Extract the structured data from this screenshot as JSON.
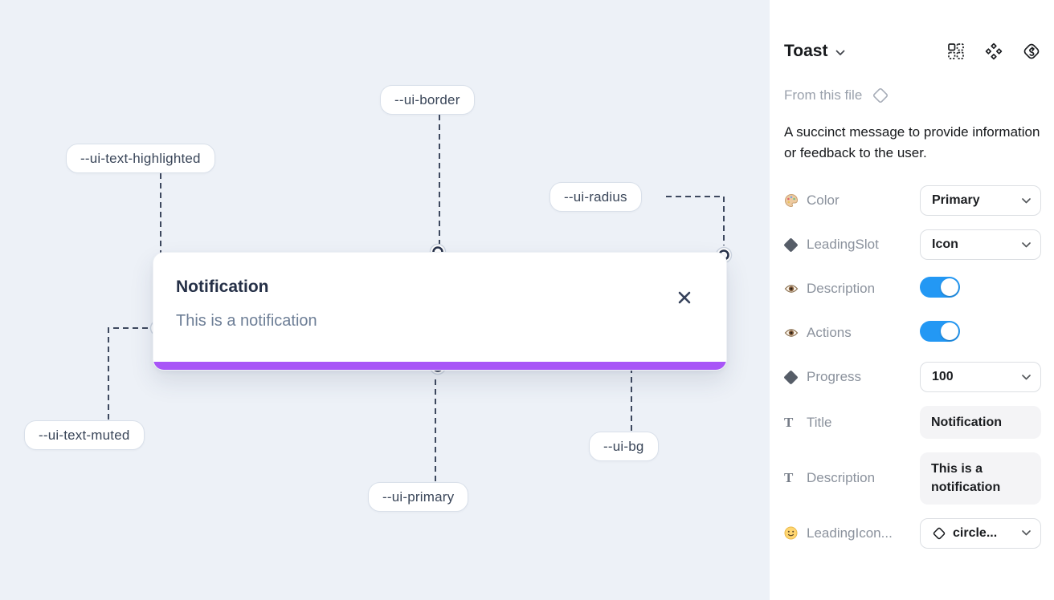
{
  "canvas": {
    "toast": {
      "title": "Notification",
      "description": "This is a notification",
      "close_icon": "x-icon"
    },
    "labels": [
      {
        "text": "--ui-border"
      },
      {
        "text": "--ui-text-highlighted"
      },
      {
        "text": "--ui-radius"
      },
      {
        "text": "--ui-text-muted"
      },
      {
        "text": "--ui-primary"
      },
      {
        "text": "--ui-bg"
      }
    ],
    "colors": {
      "primary_bar": "#a855f7",
      "canvas_bg": "#edf1f7",
      "connector": "#3d485e"
    }
  },
  "panel": {
    "title": "Toast",
    "source_label": "From this file",
    "description": "A succinct message to provide information or feedback to the user.",
    "header_icons": [
      "instance-swap-icon",
      "component-icon",
      "curl-arrow-logo-icon"
    ],
    "toggle_color": "#2398f4",
    "rows": [
      {
        "icon": "palette-icon",
        "label": "Color",
        "control": "select",
        "value": "Primary"
      },
      {
        "icon": "diamond-icon",
        "label": "LeadingSlot",
        "control": "select",
        "value": "Icon"
      },
      {
        "icon": "eye-icon",
        "label": "Description",
        "control": "toggle",
        "value": "on"
      },
      {
        "icon": "eye-icon",
        "label": "Actions",
        "control": "toggle",
        "value": "on"
      },
      {
        "icon": "diamond-icon",
        "label": "Progress",
        "control": "select",
        "value": "100"
      },
      {
        "icon": "text-icon",
        "label": "Title",
        "control": "text",
        "value": "Notification"
      },
      {
        "icon": "text-icon",
        "label": "Description",
        "control": "text",
        "value": "This is a notification"
      },
      {
        "icon": "smiley-icon",
        "label": "LeadingIcon...",
        "control": "select",
        "value": "circle...",
        "value_icon": "diamond-outline-icon"
      }
    ]
  }
}
